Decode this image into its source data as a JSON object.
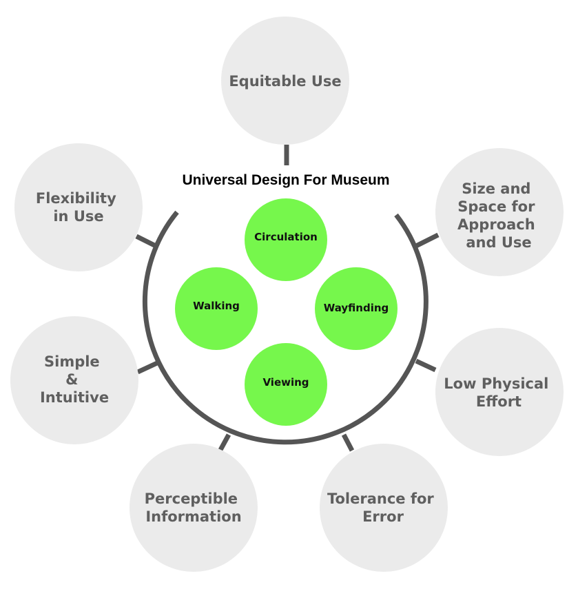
{
  "title": "Universal Design For Museum",
  "principles": [
    {
      "id": "equitable-use",
      "lines": [
        "Equitable Use"
      ]
    },
    {
      "id": "size-and-space",
      "lines": [
        "Size and",
        "Space for",
        "Approach",
        "and Use"
      ]
    },
    {
      "id": "low-physical-effort",
      "lines": [
        "Low Physical",
        "Effort"
      ]
    },
    {
      "id": "tolerance-for-error",
      "lines": [
        "Tolerance for",
        "Error"
      ]
    },
    {
      "id": "perceptible-information",
      "lines": [
        "Perceptible",
        "Information"
      ]
    },
    {
      "id": "simple-intuitive",
      "lines": [
        "Simple",
        "&",
        "Intuitive"
      ]
    },
    {
      "id": "flexibility-in-use",
      "lines": [
        "Flexibility",
        "in Use"
      ]
    }
  ],
  "aspects": [
    {
      "id": "circulation",
      "label": "Circulation"
    },
    {
      "id": "walking",
      "label": "Walking"
    },
    {
      "id": "wayfinding",
      "label": "Wayfinding"
    },
    {
      "id": "viewing",
      "label": "Viewing"
    }
  ],
  "colors": {
    "outer_circle": "#ebebeb",
    "outer_text": "#5f5f5f",
    "inner_circle": "#76f74c",
    "ring": "#555555"
  }
}
